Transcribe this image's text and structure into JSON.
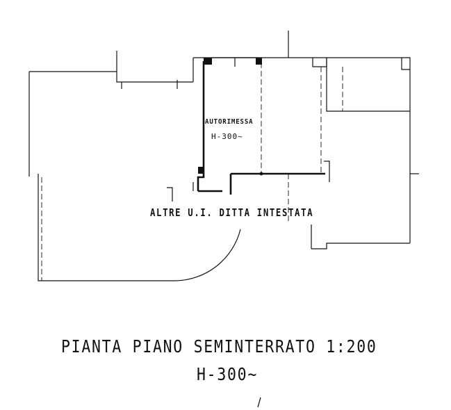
{
  "labels": {
    "room_name": "AUTORIMESSA",
    "room_height": "H-300~",
    "other_units": "ALTRE U.I. DITTA INTESTATA"
  },
  "title": {
    "plan": "PIANTA PIANO SEMINTERRATO 1:200",
    "height": "H-300~"
  },
  "colors": {
    "ink": "#111111",
    "background": "#ffffff"
  }
}
